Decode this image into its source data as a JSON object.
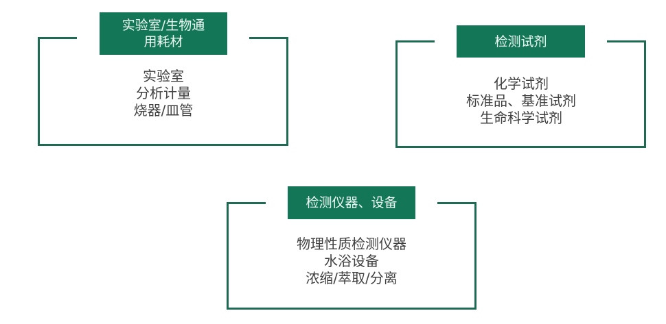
{
  "colors": {
    "frame": "#1f6a52",
    "label_bg": "#137757",
    "label_text": "#eefaf4",
    "item_text": "#404040"
  },
  "categories": [
    {
      "title_lines": [
        "实验室/生物通",
        "用耗材"
      ],
      "items": [
        "实验室",
        "分析计量",
        "烧器/皿管"
      ]
    },
    {
      "title_lines": [
        "检测试剂"
      ],
      "items": [
        "化学试剂",
        "标准品、基准试剂",
        "生命科学试剂"
      ]
    },
    {
      "title_lines": [
        "检测仪器、设备"
      ],
      "items": [
        "物理性质检测仪器",
        "水浴设备",
        "浓缩/萃取/分离"
      ]
    }
  ]
}
